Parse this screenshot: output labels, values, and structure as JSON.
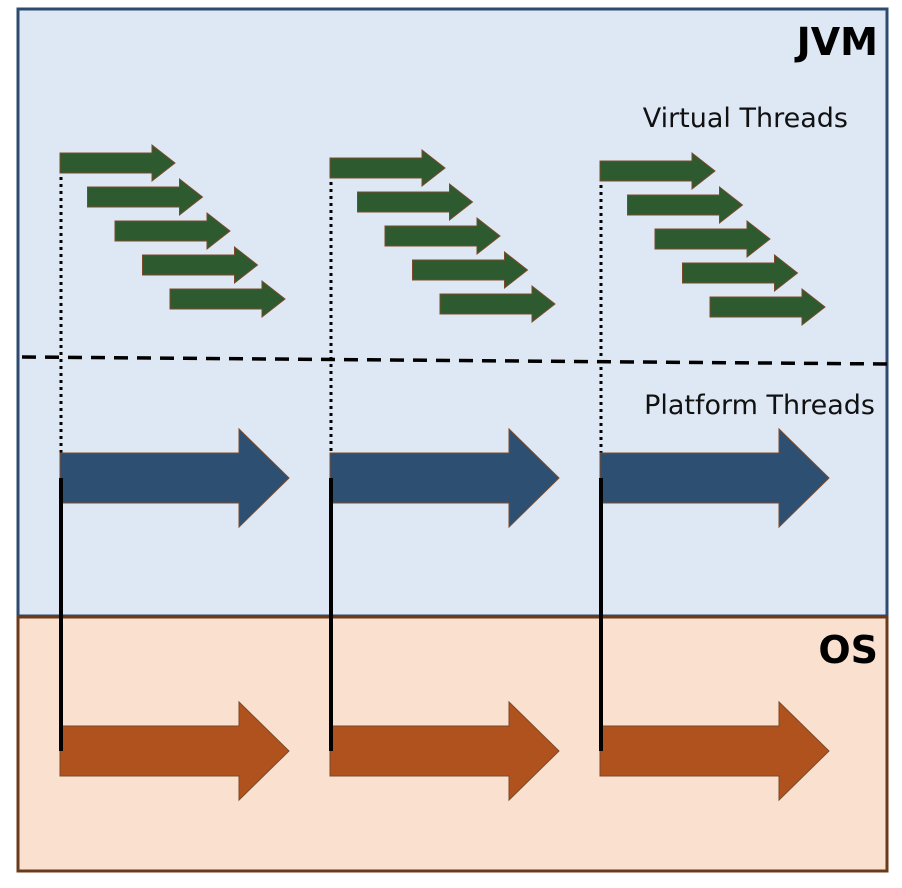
{
  "jvm": {
    "title": "JVM",
    "virtual_label": "Virtual Threads",
    "platform_label": "Platform Threads"
  },
  "os": {
    "title": "OS"
  },
  "groups": [
    {
      "virtual_threads": 5
    },
    {
      "virtual_threads": 5
    },
    {
      "virtual_threads": 5
    }
  ],
  "colors": {
    "jvm_fill": "#dee8f4",
    "jvm_border": "#2d4a70",
    "os_fill": "#f9e0cf",
    "os_border": "#6b3a1a",
    "virtual_arrow": "#2e5a30",
    "platform_arrow": "#2d4f72",
    "os_arrow": "#b0521e",
    "arrow_outline": "#7a4a2a"
  }
}
